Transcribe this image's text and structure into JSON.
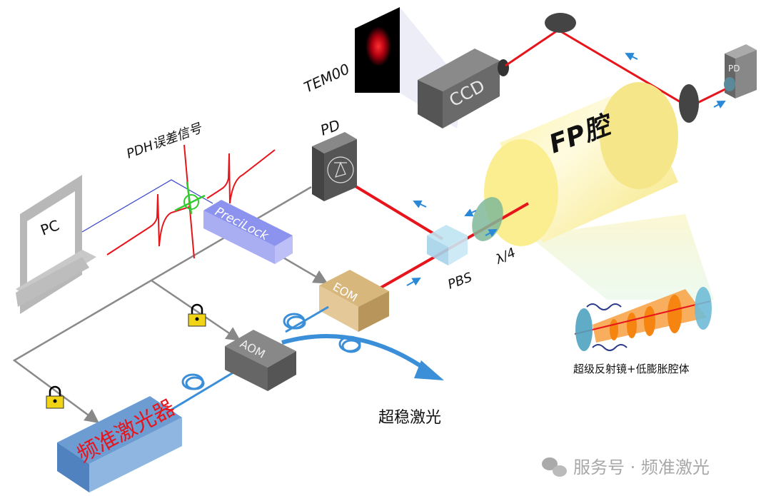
{
  "labels": {
    "tem00": "TEM00",
    "ccd": "CCD",
    "pd_top": "PD",
    "pd_left": "PD",
    "fp_cavity": "FP腔",
    "quarter_wave": "λ/4",
    "pbs": "PBS",
    "pdh_signal": "PDH误差信号",
    "pc": "PC",
    "precilock": "PreciLock",
    "eom": "EOM",
    "aom": "AOM",
    "laser": "频准激光器",
    "output": "超稳激光",
    "inset_caption": "超级反射镜+低膨胀腔体"
  },
  "watermark": {
    "text": "服务号 · 频准激光",
    "icon": "wechat-icon"
  },
  "colors": {
    "beam": "#e8141c",
    "fiber": "#3a8fd8",
    "precilock": "#8c93ee",
    "eom": "#d8b77c",
    "cavity": "#f8ec8a",
    "signal_line": "#3344cc",
    "pdh_curve": "#e8141c",
    "pdh_highlight": "#2ecc2e",
    "lock": "#f2d416"
  }
}
